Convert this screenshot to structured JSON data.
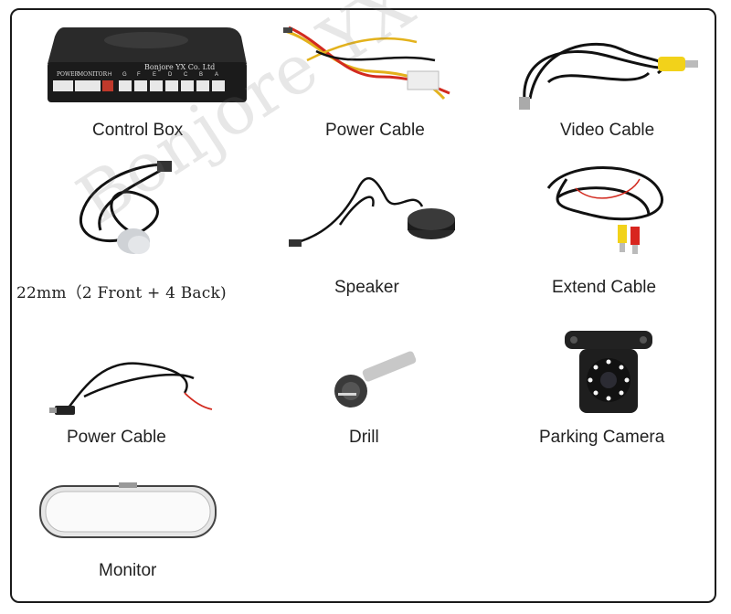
{
  "watermark_text": "Bonjore YX Co. Ltd",
  "control_box": {
    "brand": "Bonjore YX Co. Ltd",
    "port_labels": [
      "POWER",
      "MONITOR",
      "H",
      "G",
      "F",
      "E",
      "D",
      "C",
      "B",
      "A"
    ]
  },
  "items": [
    {
      "label": "Control Box"
    },
    {
      "label": "Power Cable"
    },
    {
      "label": "Video Cable"
    },
    {
      "label": "22mm（2 Front + 4 Back)"
    },
    {
      "label": "Speaker"
    },
    {
      "label": "Extend Cable"
    },
    {
      "label": "Power Cable"
    },
    {
      "label": "Drill"
    },
    {
      "label": "Parking Camera"
    },
    {
      "label": "Monitor"
    }
  ],
  "colors": {
    "border": "#1a1a1a",
    "cable_black": "#111111",
    "rca_yellow": "#f2d21a",
    "rca_red": "#d8251e",
    "wire_red": "#d22a1f",
    "wire_yellow": "#e3b21c",
    "camera_led": "#f5f5f5"
  }
}
